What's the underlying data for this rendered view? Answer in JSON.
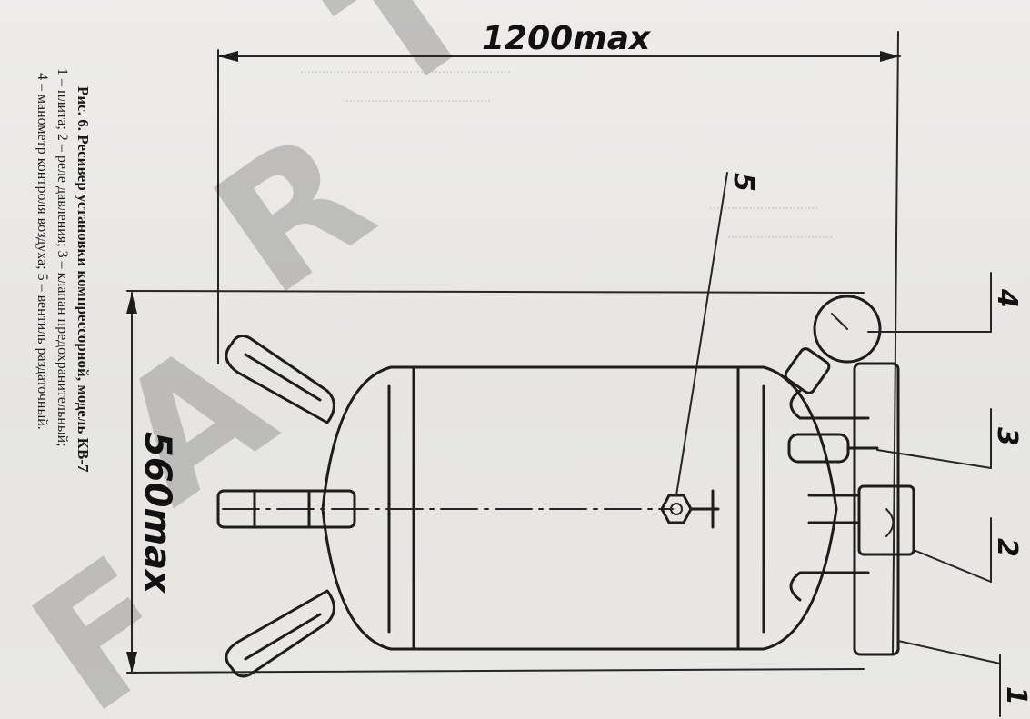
{
  "diagram": {
    "overall_length_label": "1200max",
    "overall_width_label": "560max",
    "callouts": [
      "1",
      "2",
      "3",
      "4",
      "5"
    ]
  },
  "caption": {
    "title": "Рис. 6. Ресивер установки компрессорной, модель КВ-7",
    "line1": "1 – плита; 2 – реле давления; 3 – клапан предохранительный;",
    "line2": "4 – манометр контроля воздуха; 5 – вентиль раздаточный."
  },
  "watermark": {
    "letters": [
      "F",
      "A",
      "R",
      "T"
    ],
    "color": "#9a9a9a"
  },
  "colors": {
    "ink": "#1d1d1d",
    "paper": "#e9e8e6"
  }
}
